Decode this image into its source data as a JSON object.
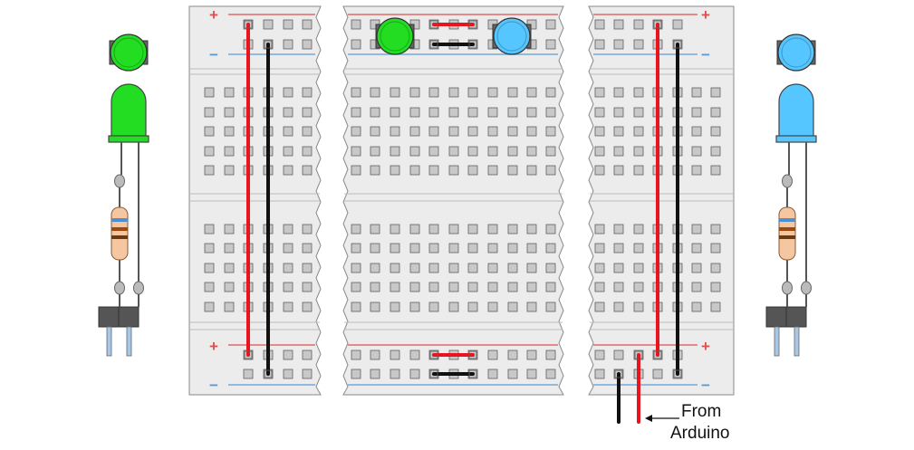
{
  "rail_signs": {
    "plus": "+",
    "minus": "−"
  },
  "annotation": {
    "line1": "From",
    "line2": "Arduino"
  },
  "colors": {
    "board": "#ececec",
    "board_stroke": "#8a8a8a",
    "hole": "#c8c8c8",
    "hole_stroke": "#5f5f5f",
    "rail_red": "#e05050",
    "rail_blue": "#5b9bd5",
    "wire_red": "#e8141e",
    "wire_black": "#111111",
    "led_green": "#22dd22",
    "led_blue": "#55c6ff",
    "resistor_body": "#f5c7a0",
    "resistor_band_1": "#4d8fcf",
    "resistor_band_2": "#9a4a10",
    "resistor_band_3": "#6b3a12",
    "header": "#555555",
    "pin": "#a8c8e8"
  },
  "parts": [
    {
      "name": "green-led",
      "color": "led_green"
    },
    {
      "name": "blue-led",
      "color": "led_blue"
    },
    {
      "name": "resistor"
    },
    {
      "name": "pin-header"
    }
  ]
}
